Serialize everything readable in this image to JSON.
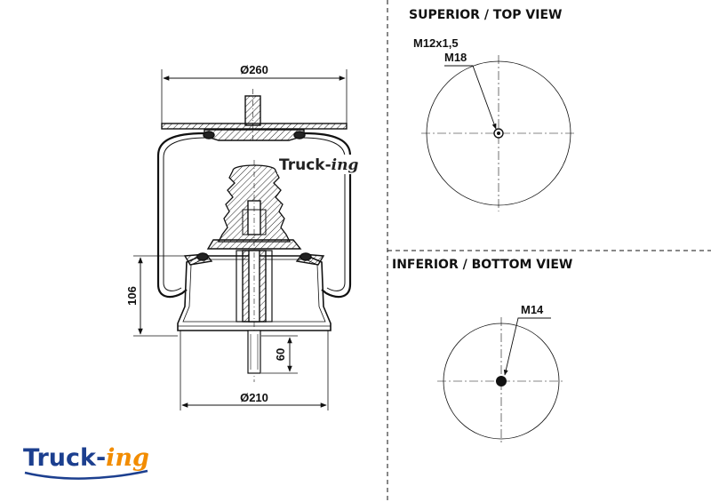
{
  "side_view": {
    "top_diameter": "Ø260",
    "bottom_diameter": "Ø210",
    "height": "106",
    "stud_length": "60",
    "watermark_brand": "Truck-",
    "watermark_suffix": "ing"
  },
  "top_view": {
    "title": "SUPERIOR / TOP VIEW",
    "thread_label": "M12x1,5",
    "fitting_label": "M18"
  },
  "bottom_view": {
    "title": "INFERIOR / BOTTOM VIEW",
    "stud_label": "M14"
  },
  "logo": {
    "brand": "Truck-",
    "suffix": "ing",
    "brand_color": "#1c3f8f",
    "suffix_color": "#f28c00"
  }
}
